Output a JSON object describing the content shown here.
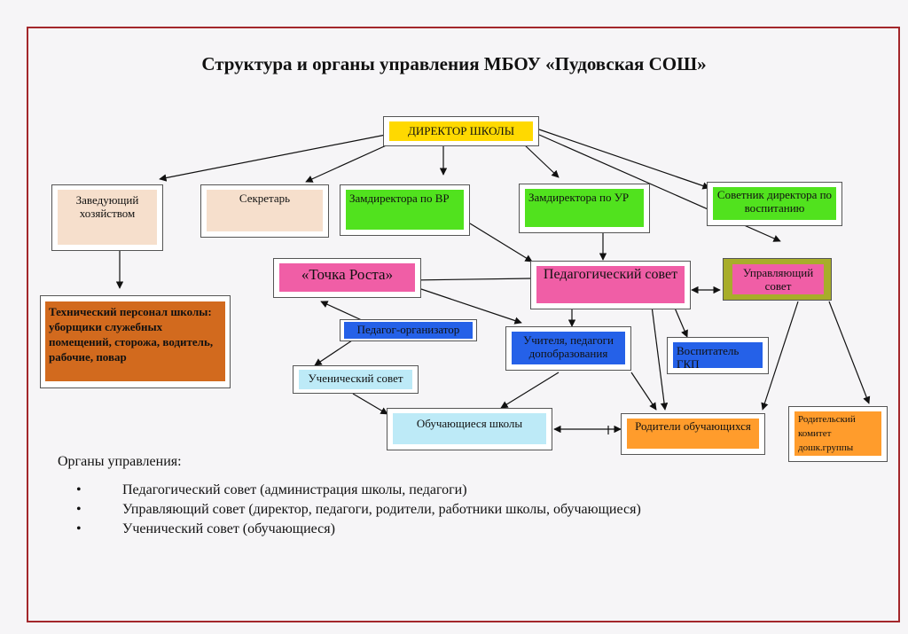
{
  "title": "Структура и органы управления МБОУ «Пудовская СОШ»",
  "nodes": {
    "director": "ДИРЕКТОР ШКОЛЫ",
    "household_head": "Заведующий хозяйством",
    "secretary": "Секретарь",
    "deputy_vr": "Замдиректора по ВР",
    "deputy_ur": "Замдиректора по УР",
    "advisor": "Советник директора по воспитанию",
    "technical_staff": "Технический персонал школы: уборщики служебных помещений, сторожа, водитель, рабочие, повар",
    "tochka_rosta": "«Точка Роста»",
    "ped_council": "Педагогический совет",
    "governing_council": "Управляющий совет",
    "ped_organizer": "Педагог-организатор",
    "teachers": "Учителя, педагоги допобразования",
    "gkp_educator": "Воспитатель ГКП",
    "student_council": "Ученический совет",
    "students": "Обучающиеся школы",
    "parents": "Родители обучающихся",
    "parent_committee": "Родительский комитет дошк.группы"
  },
  "organs": {
    "heading": "Органы управления:",
    "bullet": "•",
    "items": [
      "Педагогический совет (администрация школы, педагоги)",
      "Управляющий совет (директор, педагоги, родители, работники школы, обучающиеся)",
      "Ученический совет (обучающиеся)"
    ]
  },
  "colors": {
    "frame": "#a3272b",
    "director": "#ffd900",
    "peach": "#f6dfcc",
    "green": "#51e21e",
    "pink": "#f05ea6",
    "blue": "#2561e8",
    "light_blue": "#bdeaf7",
    "brown": "#d26a1e",
    "orange": "#ff9c2c"
  }
}
